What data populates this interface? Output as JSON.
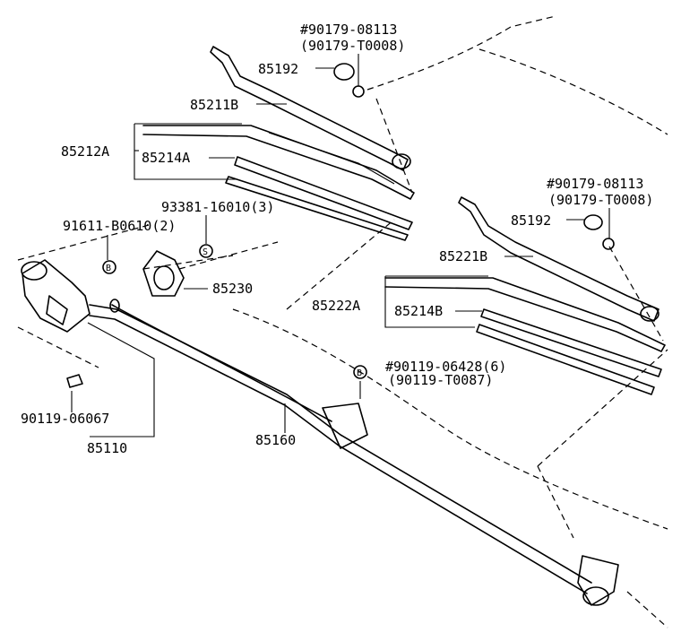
{
  "labels": {
    "nut_a_1": "#90179-08113",
    "nut_a_2": "(90179-T0008)",
    "cap_a": "85192",
    "arm_a": "85211B",
    "blade_a": "85212A",
    "rubber_a": "85214A",
    "cap_b": "85192",
    "nut_b_1": "#90179-08113",
    "nut_b_2": "(90179-T0008)",
    "arm_b": "85221B",
    "blade_b": "85222A",
    "rubber_b": "85214B",
    "screw_s": "93381-16010(3)",
    "bolt_b": "91611-B0610(2)",
    "gasket": "85230",
    "bolt_lower_1": "#90119-06428(6)",
    "bolt_lower_2": "(90119-T0087)",
    "motor_screw": "90119-06067",
    "motor": "85110",
    "link": "85160",
    "symbol_b": "B",
    "symbol_s": "S"
  }
}
